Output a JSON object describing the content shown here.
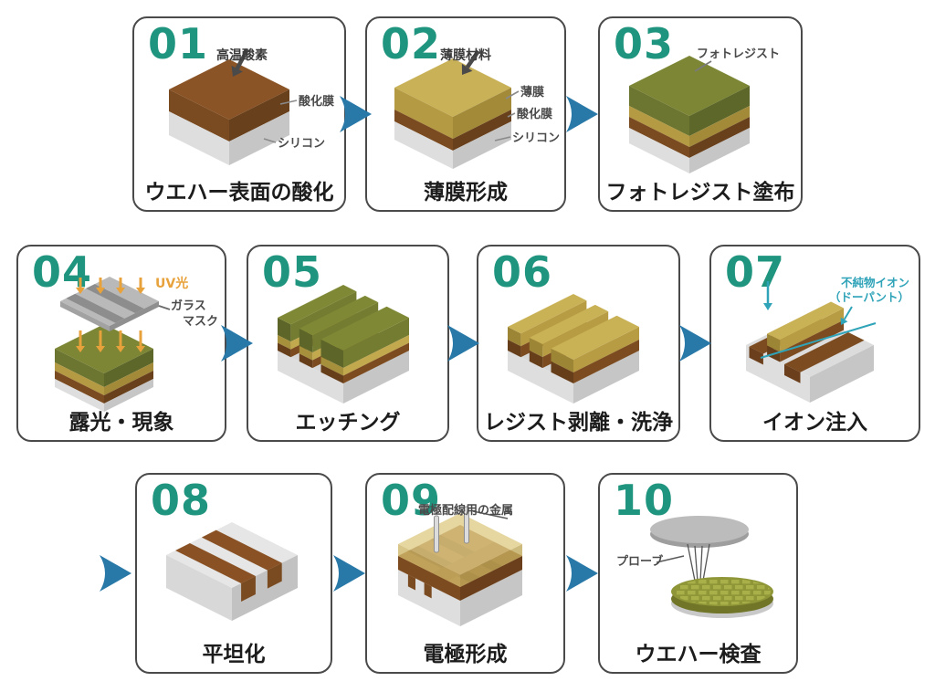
{
  "page": {
    "background": "#ffffff"
  },
  "colors": {
    "number": "#1f947e",
    "arrow": "#2878a8",
    "border": "#4a4a4a",
    "title": "#1c1c1c",
    "label": "#4a4a4a",
    "uv": "#e8a23c",
    "ion": "#2fa3b8",
    "silicon_light": "#dedede",
    "silicon_dark": "#c6c6c6",
    "oxide_brown": "#8a5426",
    "thin_film_gold": "#c9b158",
    "photoresist_olive": "#7d8634"
  },
  "steps": [
    {
      "number": "01",
      "title": "ウエハー表面の酸化",
      "labels": {
        "annotation": "高温酸素",
        "oxide": "酸化膜",
        "silicon": "シリコン"
      }
    },
    {
      "number": "02",
      "title": "薄膜形成",
      "labels": {
        "annotation": "薄膜材料",
        "film": "薄膜",
        "oxide": "酸化膜",
        "silicon": "シリコン"
      }
    },
    {
      "number": "03",
      "title": "フォトレジスト塗布",
      "labels": {
        "resist": "フォトレジスト"
      }
    },
    {
      "number": "04",
      "title": "露光・現象",
      "labels": {
        "uv": "UV光",
        "mask": "ガラス\n　マスク"
      }
    },
    {
      "number": "05",
      "title": "エッチング",
      "labels": {}
    },
    {
      "number": "06",
      "title": "レジスト剥離・洗浄",
      "labels": {}
    },
    {
      "number": "07",
      "title": "イオン注入",
      "labels": {
        "ion": "不純物イオン\n（ドーパント）"
      }
    },
    {
      "number": "08",
      "title": "平坦化",
      "labels": {}
    },
    {
      "number": "09",
      "title": "電極形成",
      "labels": {
        "metal": "電極配線用の金属"
      }
    },
    {
      "number": "10",
      "title": "ウエハー検査",
      "labels": {
        "probe": "プローブ"
      }
    }
  ]
}
